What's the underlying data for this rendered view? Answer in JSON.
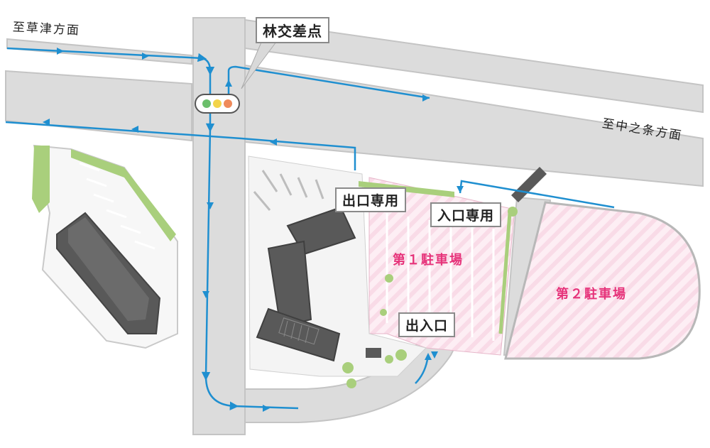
{
  "directions": {
    "to_kusatsu": "至草津方面",
    "to_nakanojo": "至中之条方面"
  },
  "intersection": {
    "name": "林交差点",
    "signal_colors": [
      "#6cbf6c",
      "#f3d44a",
      "#ef8a5a"
    ]
  },
  "entrances": {
    "exit_only": "出口専用",
    "entry_only": "入口専用",
    "in_out": "出入口"
  },
  "parking": {
    "lot1": "第１駐車場",
    "lot2": "第２駐車場"
  },
  "colors": {
    "road": "#dcdcdc",
    "road_edge": "#bdbdbd",
    "route_line": "#1f8fd0",
    "parking_fill": "#fbe3ee",
    "building": "#595959",
    "greenery": "#a9cf7c",
    "label_accent": "#e6337a"
  }
}
